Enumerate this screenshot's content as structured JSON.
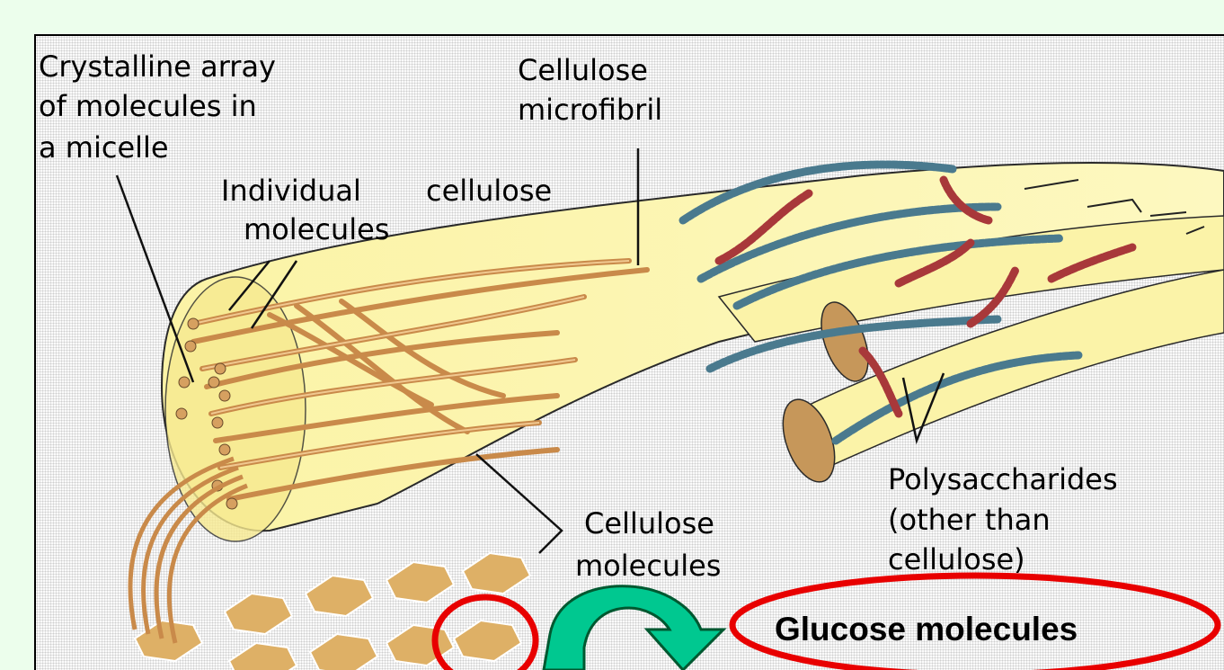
{
  "labels": {
    "crystalline": [
      "Crystalline array",
      "of molecules in",
      "a micelle"
    ],
    "microfibril": [
      "Cellulose",
      "microfibril"
    ],
    "individual": [
      "Individual",
      "molecules"
    ],
    "cellulose_word": "cellulose",
    "polysaccharides": [
      "Polysaccharides",
      "(other than",
      "cellulose)"
    ],
    "cellulose_molecules": [
      "Cellulose",
      "molecules"
    ],
    "glucose": "Glucose molecules"
  },
  "colors": {
    "background": "#ecfeec",
    "fiber": "#faf2a8",
    "strand": "#d6a060",
    "hexagon": "#deb066",
    "polysaccharide_red": "#a8383a",
    "polysaccharide_blue": "#4a7a8e",
    "highlight_red": "#e80000",
    "arrow_green": "#00c890",
    "arrow_dark": "#005830"
  }
}
